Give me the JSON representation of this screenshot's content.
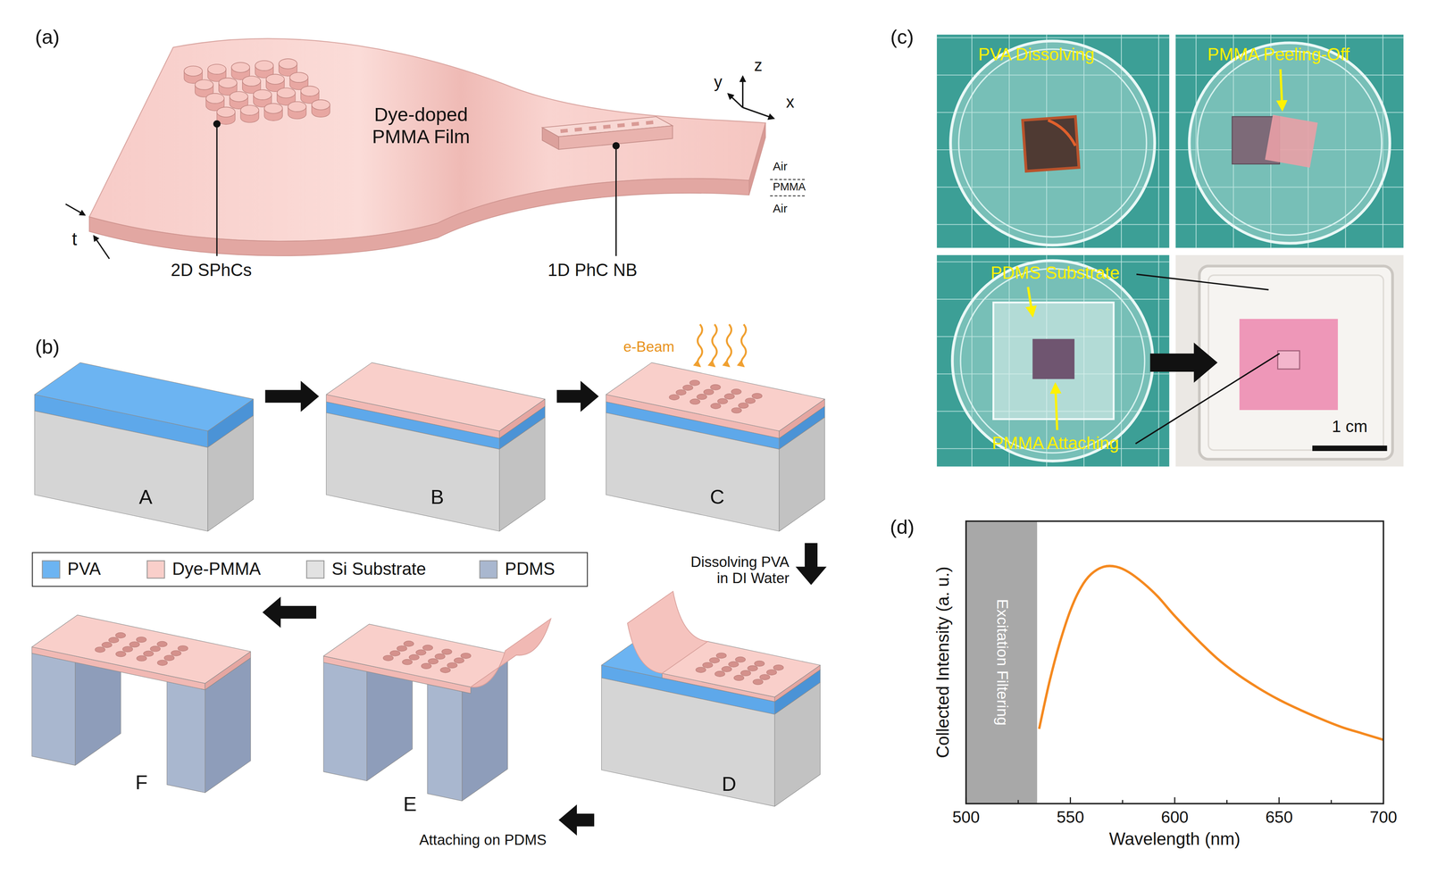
{
  "diagram": {
    "nodes": [
      {
        "text": [
          "A"
        ]
      },
      {
        "text": [
          "B"
        ]
      },
      {
        "text": [
          "C"
        ]
      },
      {
        "text": [
          "D"
        ]
      },
      {
        "text": [
          "E"
        ]
      },
      {
        "text": [
          "F"
        ]
      }
    ],
    "edges": [
      {
        "from": 0,
        "to": 1,
        "arrow": "to"
      },
      {
        "from": 1,
        "to": 2,
        "arrow": "to"
      },
      {
        "from": 2,
        "to": 3,
        "label": "Dissolving PVA in DI Water",
        "arrow": "to"
      },
      {
        "from": 3,
        "to": 4,
        "label": "Attaching on PDMS",
        "arrow": "to"
      },
      {
        "from": 4,
        "to": 5,
        "arrow": "to"
      }
    ],
    "labels": [
      "(a)",
      "Dye-doped PMMA Film",
      "z",
      "y",
      "x",
      "Air",
      "PMMA",
      "Air",
      "t",
      "2D SPhCs",
      "1D PhC NB",
      "(b)",
      "e-Beam",
      "(c)",
      "PVA Dissolving",
      "PMMA Peeling-Off",
      "PDMS Substrate",
      "PMMA Attaching",
      "1 cm",
      "(d)",
      "Collected Intensity (a. u.)",
      "Excitation Filtering",
      "500",
      "550",
      "600",
      "650",
      "700",
      "Wavelength (nm)"
    ],
    "legend": [
      {
        "text": "PVA",
        "color": "#6cb4f2"
      },
      {
        "text": "Dye-PMMA",
        "color": "#f9cfca"
      },
      {
        "text": "Si Substrate",
        "color": "#e2e2e2"
      },
      {
        "text": "PDMS",
        "color": "#a9b7cf"
      }
    ]
  }
}
